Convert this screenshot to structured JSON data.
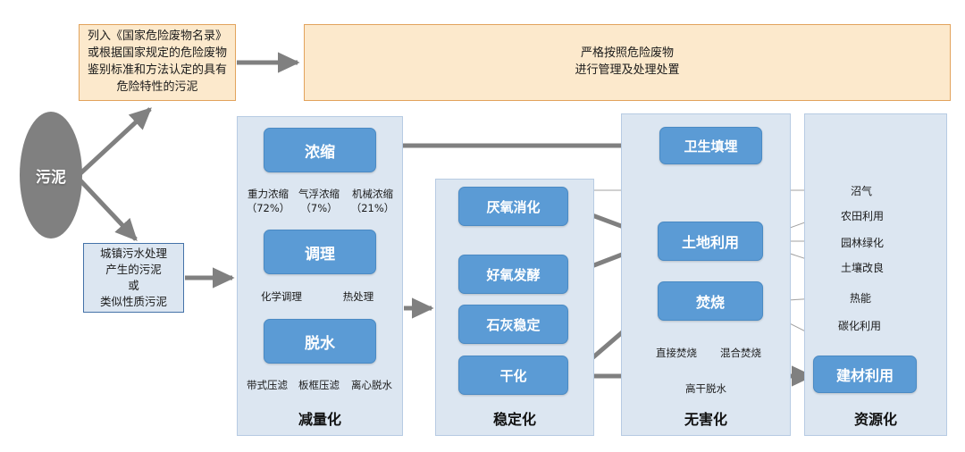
{
  "diagram": {
    "source_node": {
      "label": "污泥"
    },
    "hazard_box": {
      "label": "列入《国家危险废物名录》\n或根据国家规定的危险废物\n鉴别标准和方法认定的具有\n危险特性的污泥"
    },
    "hazard_treatment_box": {
      "label": "严格按照危险废物\n进行管理及处理处置"
    },
    "municipal_box": {
      "label": "城镇污水处理\n产生的污泥\n或\n类似性质污泥"
    },
    "columns": [
      {
        "title": "减量化",
        "nodes": [
          {
            "label": "浓缩",
            "subs": [
              "重力浓缩\n（72%）",
              "气浮浓缩\n（7%）",
              "机械浓缩\n（21%）"
            ]
          },
          {
            "label": "调理",
            "subs": [
              "化学调理",
              "热处理"
            ]
          },
          {
            "label": "脱水",
            "subs": [
              "带式压滤",
              "板框压滤",
              "离心脱水"
            ]
          }
        ]
      },
      {
        "title": "稳定化",
        "nodes": [
          {
            "label": "厌氧消化",
            "subs": []
          },
          {
            "label": "好氧发酵",
            "subs": []
          },
          {
            "label": "石灰稳定",
            "subs": []
          },
          {
            "label": "干化",
            "subs": []
          }
        ]
      },
      {
        "title": "无害化",
        "nodes": [
          {
            "label": "卫生填埋",
            "subs": []
          },
          {
            "label": "土地利用",
            "subs": []
          },
          {
            "label": "焚烧",
            "subs": [
              "直接焚烧",
              "混合焚烧"
            ]
          }
        ],
        "edge_note": "高干脱水"
      },
      {
        "title": "资源化",
        "outputs": [
          "沼气",
          "农田利用",
          "园林绿化",
          "土壤改良",
          "热能",
          "碳化利用"
        ],
        "nodes": [
          {
            "label": "建材利用",
            "subs": []
          }
        ]
      }
    ],
    "colors": {
      "blue_node": "#5B9BD5",
      "panel_fill": "#DCE6F1",
      "orange_fill": "#FCE9CC",
      "orange_border": "#E2A35C",
      "ellipse_fill": "#808080",
      "thick_arrow": "#808080",
      "thin_arrow": "#A6A6A6"
    }
  }
}
